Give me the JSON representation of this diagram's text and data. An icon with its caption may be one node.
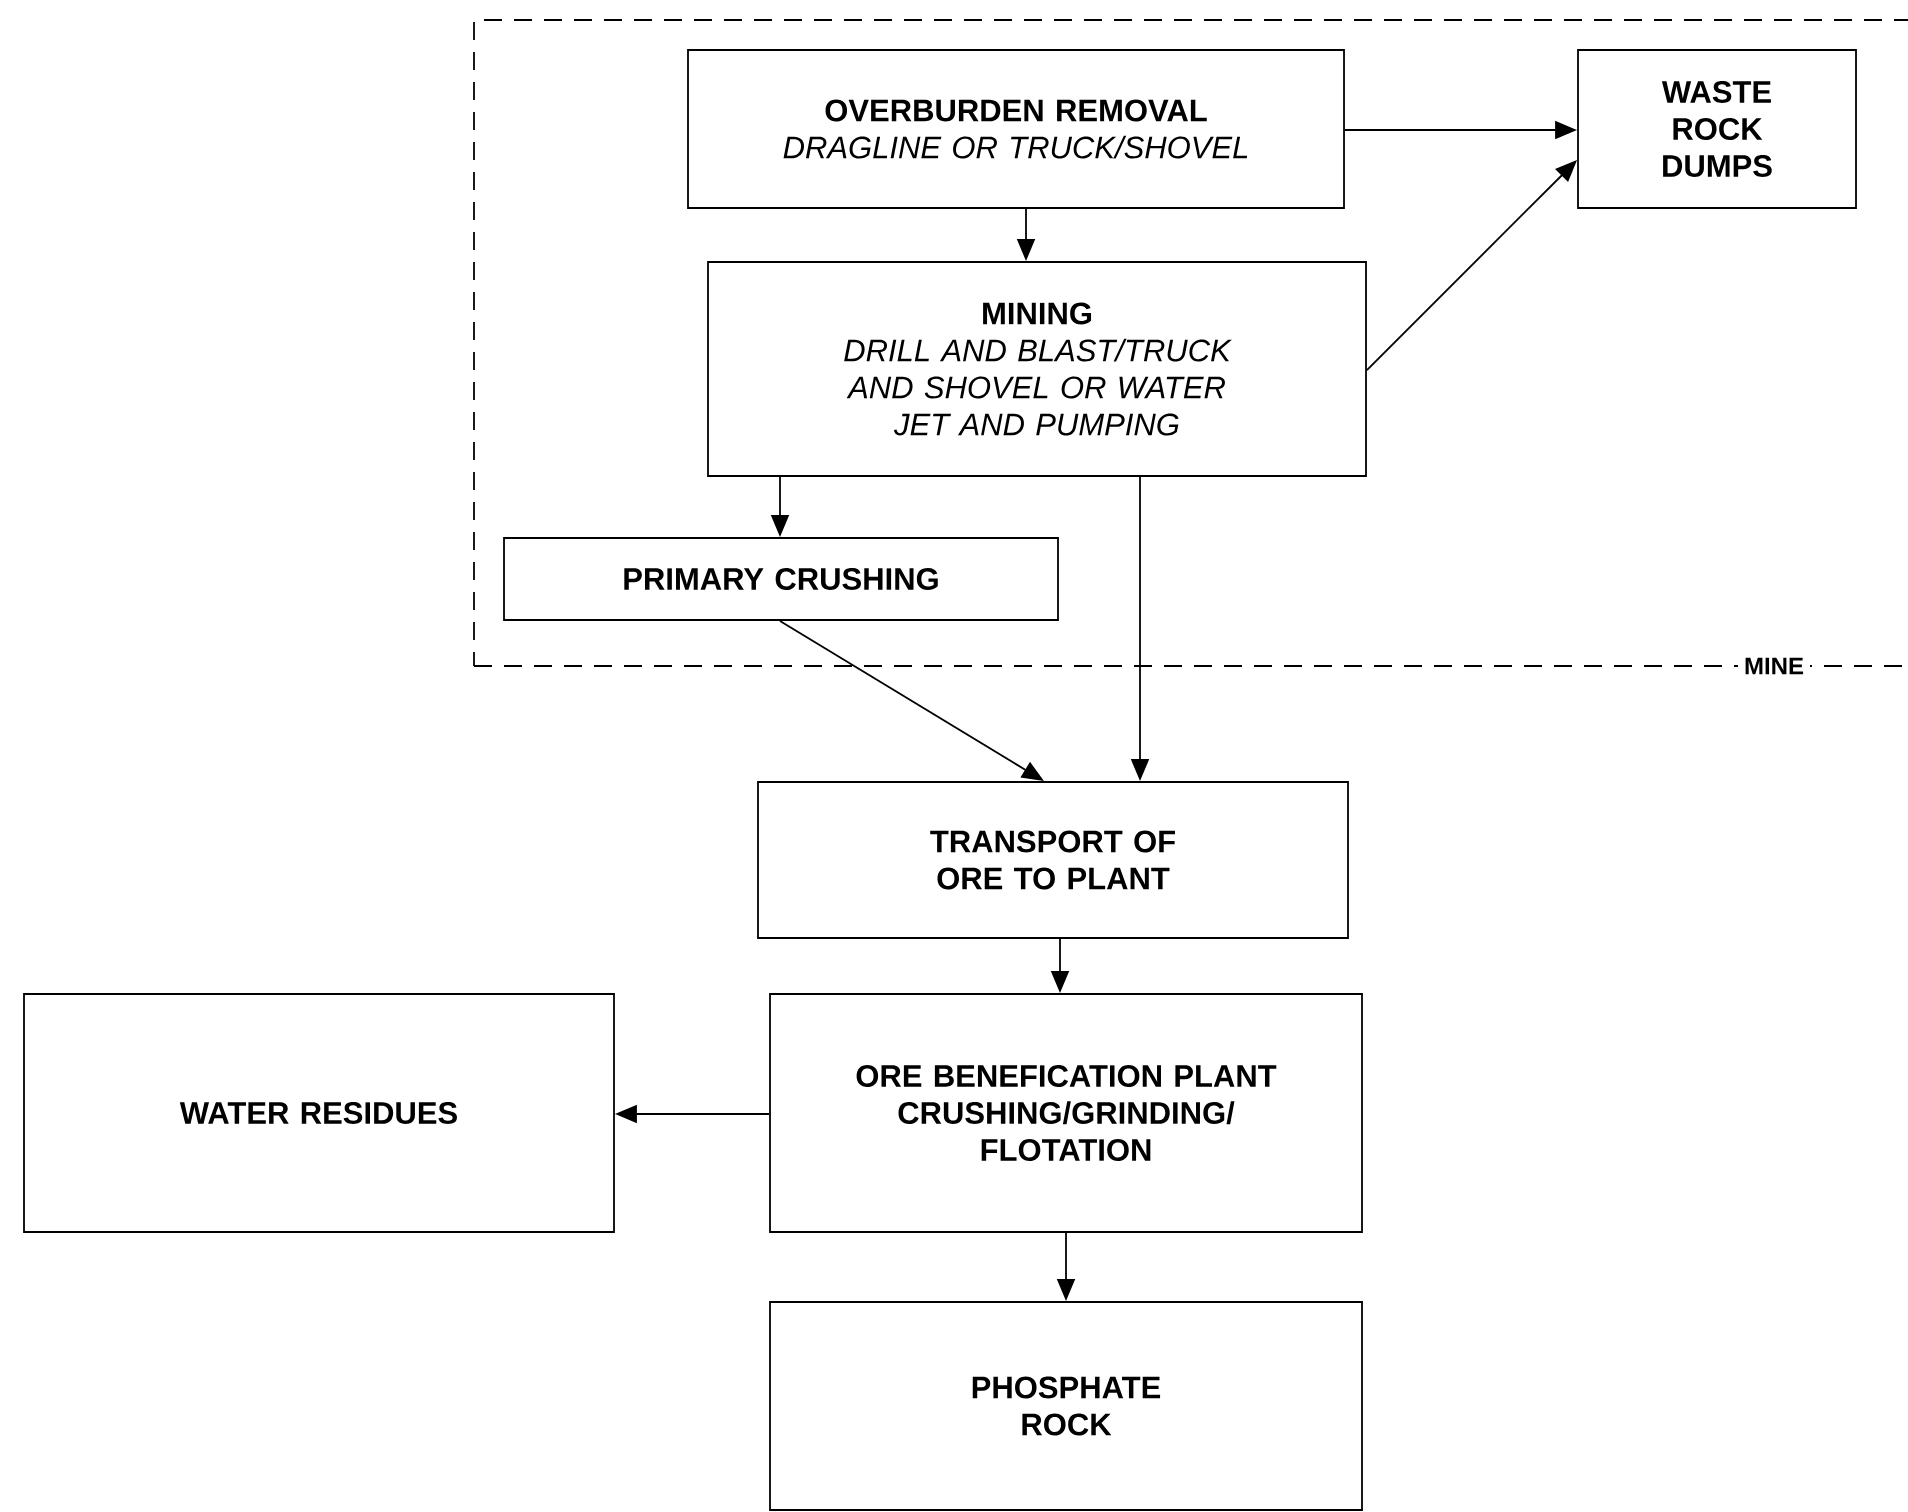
{
  "diagram": {
    "nodes": [
      {
        "text": [
          "MINE"
        ]
      },
      {
        "text": [
          "OVERBURDEN REMOVAL",
          "DRAGLINE OR TRUCK/SHOVEL"
        ],
        "in": 0
      },
      {
        "text": [
          "WASTE ROCK DUMPS"
        ],
        "in": 0
      },
      {
        "text": [
          "MINING",
          "DRILL AND BLAST/TRUCK AND SHOVEL OR WATER JET AND PUMPING"
        ],
        "in": 0
      },
      {
        "text": [
          "PRIMARY CRUSHING"
        ],
        "in": 0
      },
      {
        "text": [
          "TRANSPORT OF ORE TO PLANT"
        ]
      },
      {
        "text": [
          "ORE BENEFICATION PLANT",
          "CRUSHING/GRINDING/ FLOTATION"
        ]
      },
      {
        "text": [
          "WATER RESIDUES"
        ]
      },
      {
        "text": [
          "PHOSPHATE ROCK"
        ]
      }
    ],
    "edges": [
      {
        "from": 1,
        "to": 2,
        "arrow": "to"
      },
      {
        "from": 3,
        "to": 2,
        "arrow": "to"
      },
      {
        "from": 1,
        "to": 3,
        "arrow": "to"
      },
      {
        "from": 3,
        "to": 4,
        "arrow": "to"
      },
      {
        "from": 4,
        "to": 5,
        "arrow": "to"
      },
      {
        "from": 3,
        "to": 5,
        "arrow": "to"
      },
      {
        "from": 5,
        "to": 6,
        "arrow": "to"
      },
      {
        "from": 6,
        "to": 7,
        "arrow": "to"
      },
      {
        "from": 6,
        "to": 8,
        "arrow": "to"
      }
    ]
  }
}
